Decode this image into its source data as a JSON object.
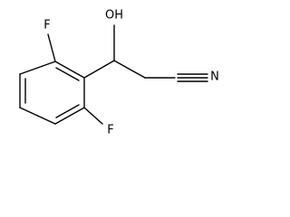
{
  "molecule": {
    "atoms": {
      "fluorine_top": "F",
      "fluorine_bottom": "F",
      "hydroxyl": "OH",
      "nitrile_nitrogen": "N"
    }
  }
}
